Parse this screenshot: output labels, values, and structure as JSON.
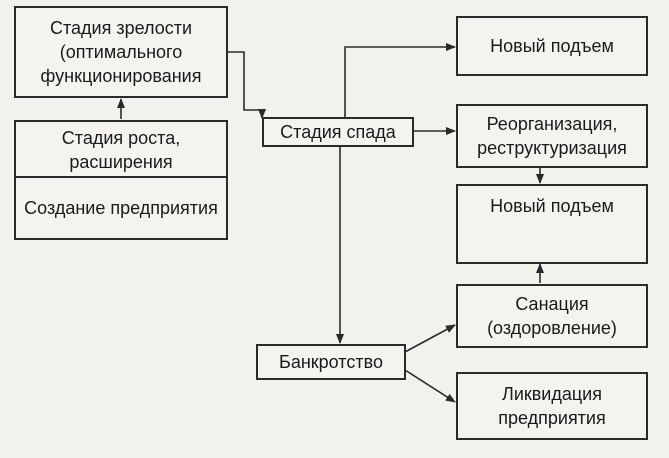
{
  "boxes": {
    "maturity": "Стадия зрелости (оптимального функционирования",
    "growth": "Стадия роста, расширения",
    "creation": "Создание предприятия",
    "decline": "Стадия спада",
    "new_rise_1": "Новый подъем",
    "reorganization": "Реорганизация, реструктуризация",
    "new_rise_2": "Новый подъем",
    "bankruptcy": "Банкротство",
    "sanation": "Санация (оздоровление)",
    "liquidation": "Ликвидация предприятия"
  },
  "colors": {
    "border": "#2a2a2a",
    "background": "#f2f1ee",
    "faint_text": "#d8d7d3"
  }
}
